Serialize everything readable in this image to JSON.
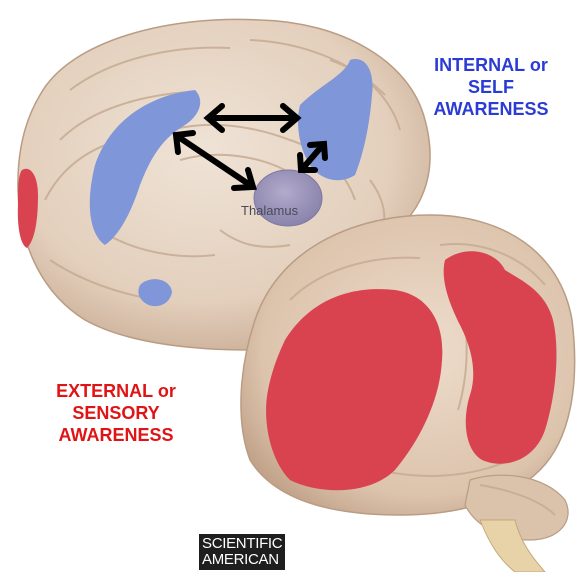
{
  "labels": {
    "internal": [
      "INTERNAL or",
      "SELF",
      "AWARENESS"
    ],
    "external": [
      "EXTERNAL or",
      "SENSORY",
      "AWARENESS"
    ],
    "thalamus": "Thalamus"
  },
  "logo": {
    "line1": "SCIENTIFIC",
    "line2": "AMERICAN"
  },
  "colors": {
    "internal_network": "#7f96d8",
    "external_network": "#d9434f",
    "internal_text": "#2b3bd6",
    "external_text": "#e01414",
    "brain_tissue": "#e6d4c2",
    "thalamus": "#9a93b8",
    "arrows": "#000000"
  },
  "icons": {
    "arrows": [
      "double-arrow-icon",
      "double-arrow-icon",
      "double-arrow-icon"
    ]
  }
}
